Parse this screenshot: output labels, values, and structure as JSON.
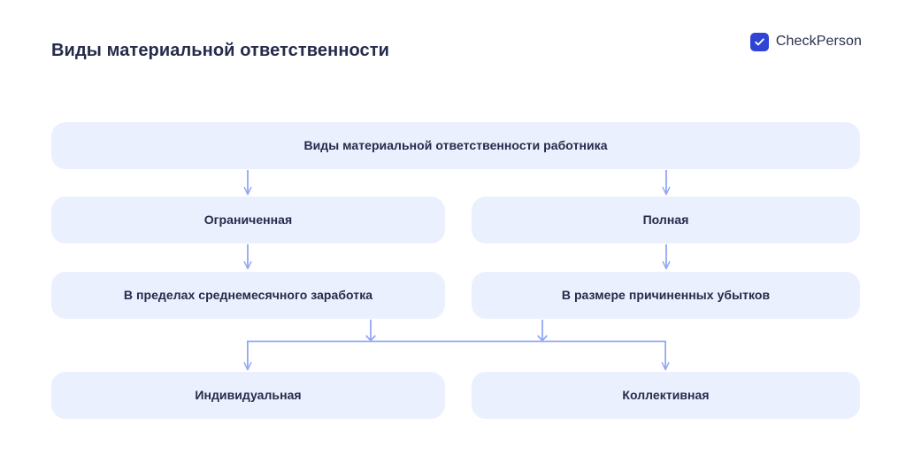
{
  "header": {
    "title": "Виды материальной ответственности",
    "brand_name": "CheckPerson",
    "brand_icon": "check-badge-icon",
    "brand_color": "#2f43d4",
    "title_color": "#252b4a"
  },
  "chart_data": {
    "type": "diagram",
    "title": "Виды материальной ответственности",
    "node_fill": "#eaf0fd",
    "node_text_color": "#252b4a",
    "connector_color": "#93a8f4",
    "nodes": [
      {
        "id": "root",
        "label": "Виды материальной ответственности работника",
        "row": 1,
        "column": "full"
      },
      {
        "id": "limited",
        "label": "Ограниченная",
        "row": 2,
        "column": "left"
      },
      {
        "id": "full",
        "label": "Полная",
        "row": 2,
        "column": "right"
      },
      {
        "id": "within-salary",
        "label": "В пределах среднемесячного заработка",
        "row": 3,
        "column": "left"
      },
      {
        "id": "full-damages",
        "label": "В размере причиненных убытков",
        "row": 3,
        "column": "right"
      },
      {
        "id": "individual",
        "label": "Индивидуальная",
        "row": 4,
        "column": "left"
      },
      {
        "id": "collective",
        "label": "Коллективная",
        "row": 4,
        "column": "right"
      }
    ],
    "edges": [
      {
        "from": "root",
        "to": "limited"
      },
      {
        "from": "root",
        "to": "full"
      },
      {
        "from": "limited",
        "to": "within-salary"
      },
      {
        "from": "full",
        "to": "full-damages"
      },
      {
        "from": "within-salary",
        "to": "individual"
      },
      {
        "from": "within-salary",
        "to": "collective"
      },
      {
        "from": "full-damages",
        "to": "individual"
      },
      {
        "from": "full-damages",
        "to": "collective"
      }
    ]
  }
}
